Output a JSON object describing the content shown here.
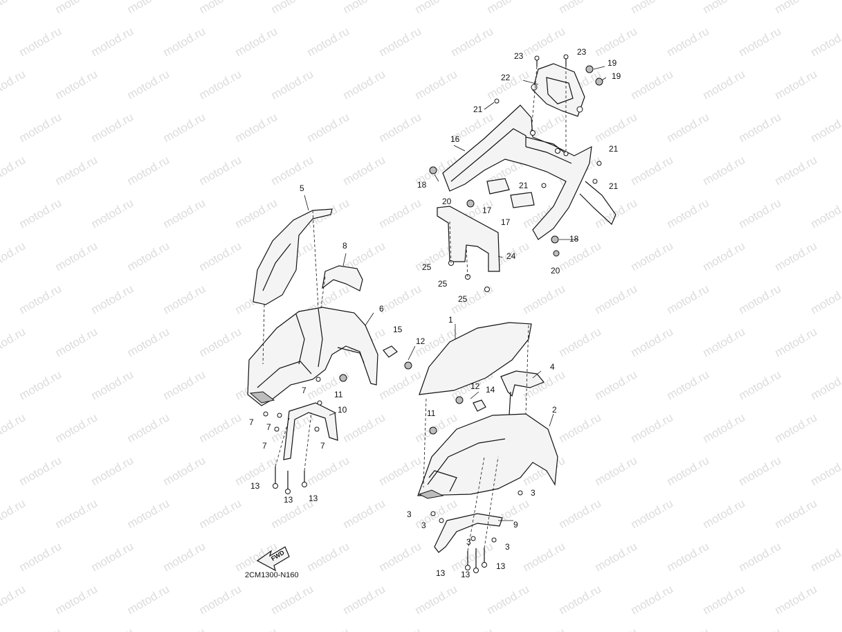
{
  "watermark": "motod.ru",
  "diagram_code": "2CM1300-N160",
  "fwd_label": "FWD",
  "callouts": [
    "1",
    "2",
    "3",
    "4",
    "5",
    "6",
    "7",
    "8",
    "9",
    "10",
    "11",
    "12",
    "13",
    "14",
    "15",
    "16",
    "17",
    "18",
    "19",
    "20",
    "21",
    "22",
    "23",
    "24",
    "25"
  ],
  "colors": {
    "line": "#111111",
    "watermark": "#dcdcdc",
    "background": "#ffffff"
  }
}
